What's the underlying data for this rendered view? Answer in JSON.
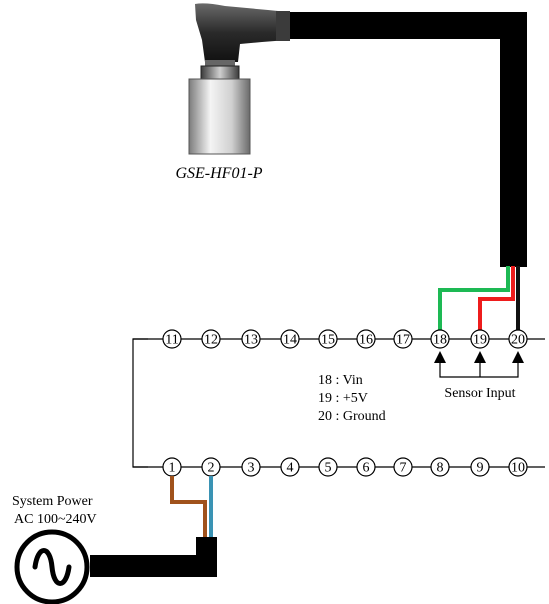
{
  "sensor": {
    "model": "GSE-HF01-P"
  },
  "power": {
    "line1": "System Power",
    "line2": "AC 100~240V"
  },
  "terminals_bottom": [
    "1",
    "2",
    "3",
    "4",
    "5",
    "6",
    "7",
    "8",
    "9",
    "10"
  ],
  "terminals_top": [
    "11",
    "12",
    "13",
    "14",
    "15",
    "16",
    "17",
    "18",
    "19",
    "20"
  ],
  "legend": {
    "vin": "18 : Vin",
    "v5": "19 : +5V",
    "ground": "20 : Ground"
  },
  "sensor_input_label": "Sensor Input",
  "wire_colors": {
    "vin": "#1db954",
    "v5": "#ee1c1c",
    "ground": "#111111",
    "power_l": "#a0521c",
    "power_n": "#3a93b4",
    "cable": "#000000"
  }
}
